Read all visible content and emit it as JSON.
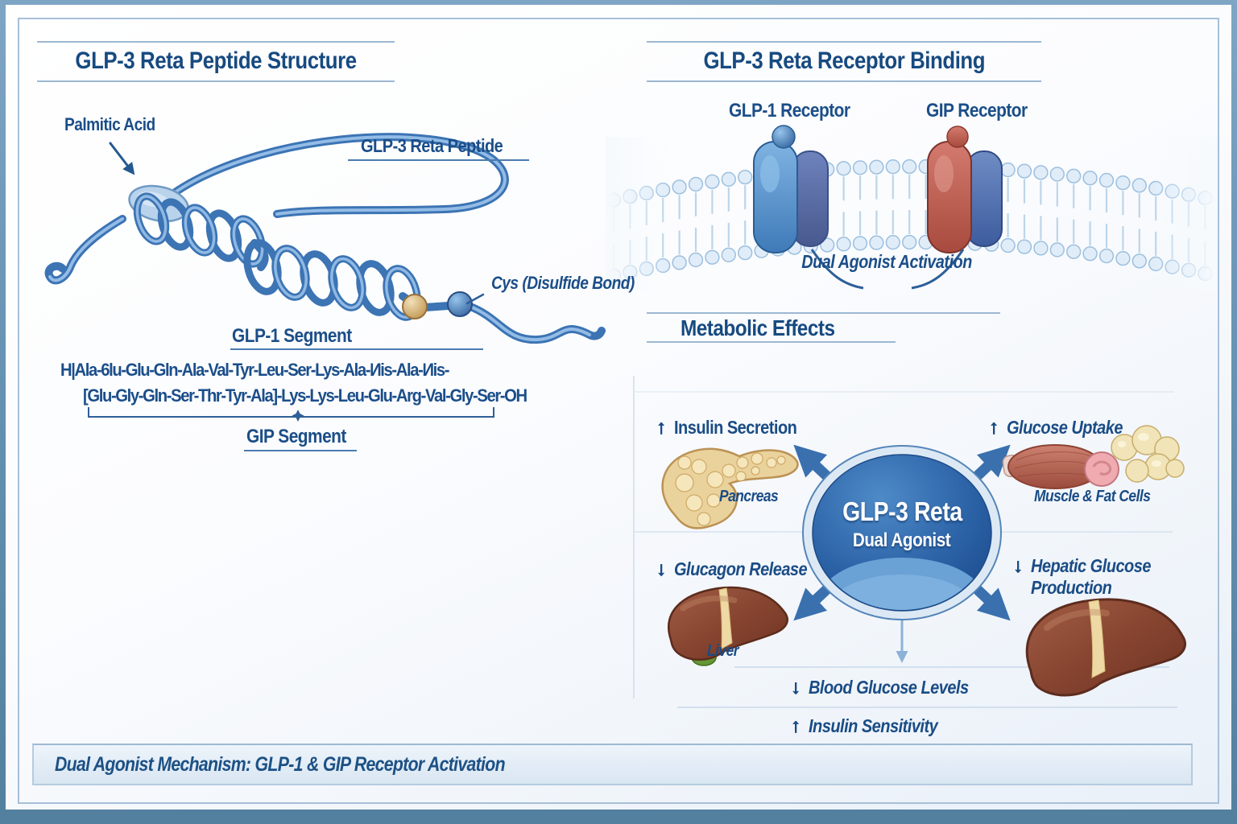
{
  "peptide_panel": {
    "title": "GLP-3 Reta Peptide Structure",
    "palmitic_acid_label": "Palmitic Acid",
    "peptide_label": "GLP-3 Reta Peptide",
    "cys_label": "Cys (Disulfide Bond)",
    "glp1_segment_label": "GLP-1 Segment",
    "sequence_line1": "H|Ala-6lu-Glu-Gln-Ala-Val-Tyr-Leu-Ser-Lys-Ala-Иis-Ala-Иis-",
    "sequence_line2": "[Glu-Gly-Gln-Ser-Thr-Tyr-Ala]-Lys-Lys-Leu-Glu-Arg-Val-Gly-Ser-OH",
    "gip_segment_label": "GIP Segment"
  },
  "receptor_panel": {
    "title": "GLP-3 Reta Receptor Binding",
    "glp1_receptor_label": "GLP-1 Receptor",
    "gip_receptor_label": "GIP Receptor",
    "activation_label": "Dual Agonist Activation"
  },
  "metabolic_panel": {
    "title": "Metabolic Effects",
    "center_line1": "GLP-3 Reta",
    "center_line2": "Dual Agonist",
    "effects": [
      {
        "arrow": "↑",
        "label": "Insulin Secretion",
        "organ": "Pancreas"
      },
      {
        "arrow": "↑",
        "label": "Glucose Uptake",
        "organ": "Muscle & Fat Cells"
      },
      {
        "arrow": "↓",
        "label": "Glucagon Release",
        "organ": "Liver"
      },
      {
        "arrow": "↓",
        "label": "Hepatic Glucose Production",
        "organ": ""
      }
    ],
    "outcomes": [
      {
        "arrow": "↓",
        "label": "Blood Glucose Levels"
      },
      {
        "arrow": "↑",
        "label": "Insulin Sensitivity"
      }
    ]
  },
  "banner": {
    "text": "Dual Agonist Mechanism: GLP-1 & GIP Receptor Activation"
  },
  "colors": {
    "accent_navy": "#1b4e88",
    "line_blue": "#9db8d2",
    "receptor_blue": "#5fa0d8",
    "receptor_red": "#c4625a",
    "center_badge_blue": "#2b5f9e",
    "membrane_head": "#e0edf9",
    "pancreas_tan": "#ead29c",
    "liver_brown": "#8a4a36",
    "fat_cream": "#f0e4b8"
  }
}
